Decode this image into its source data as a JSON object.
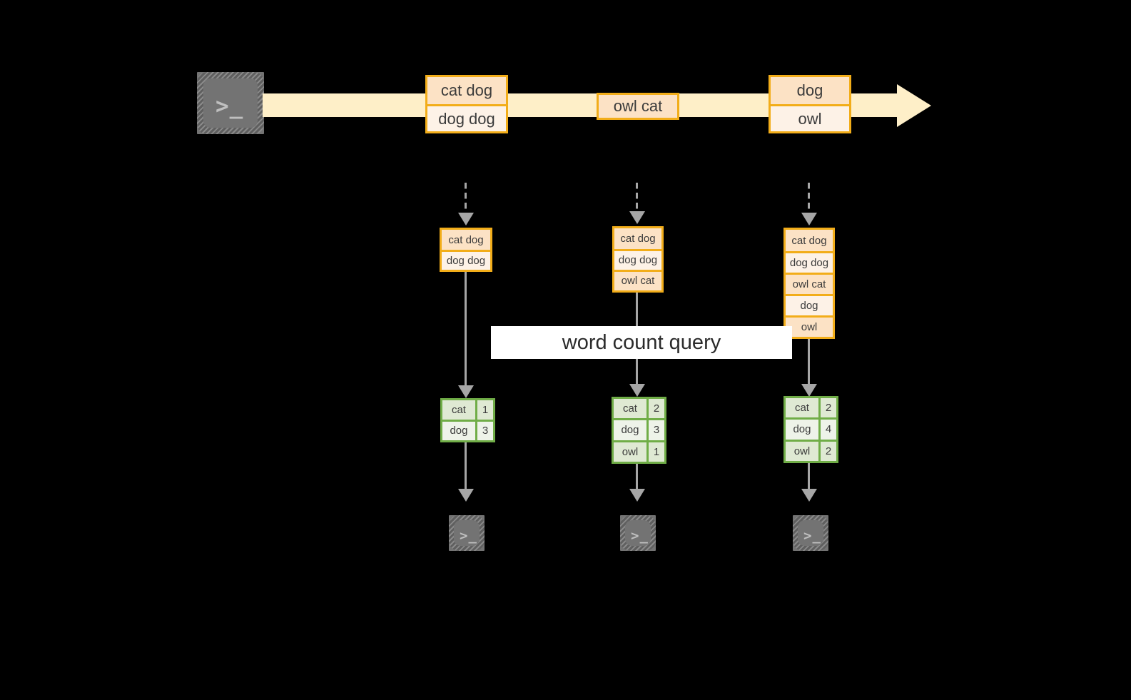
{
  "diagram": {
    "title_label": "word count query",
    "colors": {
      "background": "#000000",
      "stream_fill": "#feefc8",
      "event_border": "#f2ad19",
      "event_fill_dark": "#fce2c5",
      "event_fill_light": "#fdf2e7",
      "result_border": "#70ad47",
      "result_fill_dark": "#dfe9d3",
      "result_fill_light": "#eef3e9",
      "connector": "#a6a6a6",
      "terminal_fill": "#737373",
      "label_fill": "#ffffff"
    },
    "source_terminal": {
      "icon": "terminal-prompt-icon",
      "glyph": ">_"
    },
    "stream": {
      "name": "event-stream-arrow",
      "events": [
        {
          "id": "event-1",
          "lines": [
            "cat dog",
            "dog dog"
          ]
        },
        {
          "id": "event-2",
          "lines": [
            "owl cat"
          ]
        },
        {
          "id": "event-3",
          "lines": [
            "dog",
            "owl"
          ]
        }
      ]
    },
    "snapshots": [
      {
        "id": "snapshot-1",
        "log_rows": [
          "cat dog",
          "dog dog"
        ],
        "results": [
          {
            "word": "cat",
            "count": "1"
          },
          {
            "word": "dog",
            "count": "3"
          }
        ],
        "sink_terminal": {
          "icon": "terminal-prompt-icon",
          "glyph": ">_"
        }
      },
      {
        "id": "snapshot-2",
        "log_rows": [
          "cat dog",
          "dog dog",
          "owl cat"
        ],
        "results": [
          {
            "word": "cat",
            "count": "2"
          },
          {
            "word": "dog",
            "count": "3"
          },
          {
            "word": "owl",
            "count": "1"
          }
        ],
        "sink_terminal": {
          "icon": "terminal-prompt-icon",
          "glyph": ">_"
        }
      },
      {
        "id": "snapshot-3",
        "log_rows": [
          "cat dog",
          "dog dog",
          "owl cat",
          "dog",
          "owl"
        ],
        "results": [
          {
            "word": "cat",
            "count": "2"
          },
          {
            "word": "dog",
            "count": "4"
          },
          {
            "word": "owl",
            "count": "2"
          }
        ],
        "sink_terminal": {
          "icon": "terminal-prompt-icon",
          "glyph": ">_"
        }
      }
    ]
  }
}
